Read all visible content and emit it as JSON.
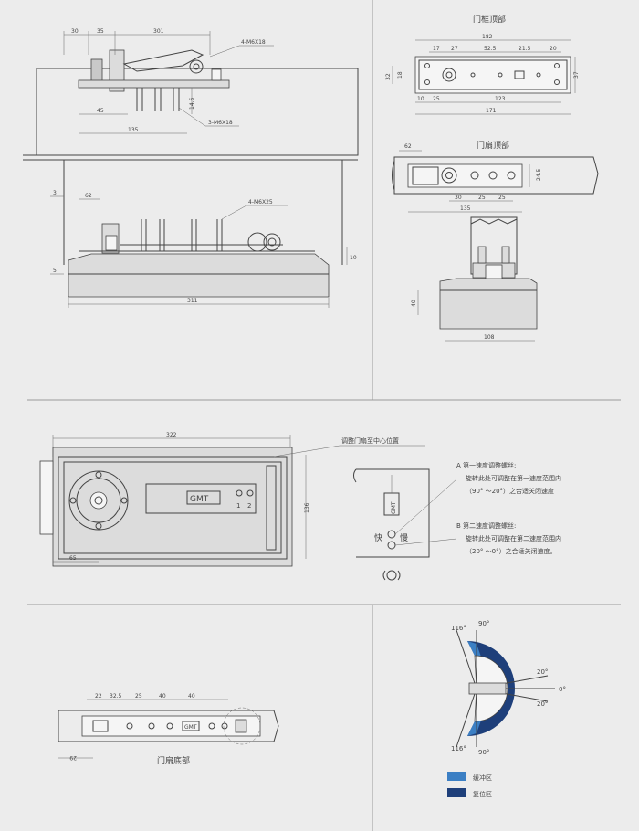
{
  "labels": {
    "frame_top": "门框顶部",
    "door_top": "门扇顶部",
    "door_bottom": "门扇底部",
    "adjust_center": "调整门扇至中心位置",
    "speed_a_title": "A  第一速度调整螺丝:",
    "speed_a_line1": "旋转此处可调整在第一速度范围内",
    "speed_a_line2": "（90° ～20°）之合适关闭速度",
    "speed_b_title": "B  第二速度调整螺丝:",
    "speed_b_line1": "旋转此处可调整在第二速度范围内",
    "speed_b_line2": "（20° ～0°）之合适关闭速度。",
    "fast": "快",
    "slow": "慢",
    "brand": "GMT",
    "brand_small": "GMT",
    "screw_1": "1",
    "screw_2": "2",
    "legend_buffer": "缓冲区",
    "legend_reset": "复位区"
  },
  "dims_top_left": {
    "d30": "30",
    "d35": "35",
    "d301": "301",
    "bolt_top": "4-M6X18",
    "d45": "45",
    "d135": "135",
    "d146": "14.6",
    "bolt_mid": "3-M6X18",
    "d3": "3",
    "d62": "62",
    "bolt_low": "4-M6X25",
    "d10": "10",
    "d5": "5",
    "d311": "311"
  },
  "dims_frame_top": {
    "d182": "182",
    "d17": "17",
    "d27": "27",
    "d525": "52.5",
    "d215": "21.5",
    "d20": "20",
    "d32": "32",
    "d18": "18",
    "d37": "37",
    "d10": "10",
    "d25": "25",
    "d123": "123",
    "d171": "171"
  },
  "dims_door_top": {
    "d62": "62",
    "d245": "24.5",
    "d30": "30",
    "d25a": "25",
    "d25b": "25",
    "d135": "135"
  },
  "dims_side": {
    "d40": "40",
    "d108": "108"
  },
  "dims_plan": {
    "d322": "322",
    "d136": "136",
    "d65": "65"
  },
  "dims_bottom": {
    "d22": "22",
    "d325": "32.5",
    "d25": "25",
    "d40a": "40",
    "d40b": "40",
    "d29": "29"
  },
  "angles": {
    "a116_top": "116°",
    "a90_top": "90°",
    "a20_top": "20°",
    "a0": "0°",
    "a20_bot": "20°",
    "a116_bot": "116°",
    "a90_bot": "90°"
  },
  "colors": {
    "buffer": "#3b7fc4",
    "reset": "#1e3f7a",
    "line": "#444444",
    "background": "#ececec"
  }
}
